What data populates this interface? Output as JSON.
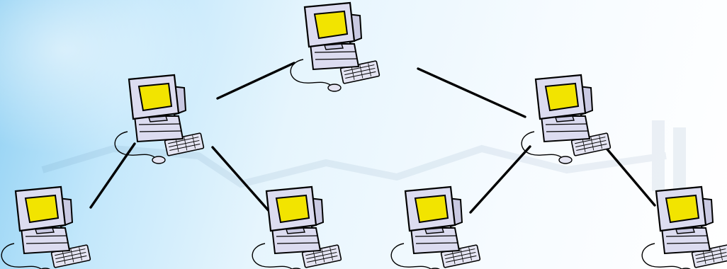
{
  "diagram": {
    "type": "binary-tree-network",
    "nodes": [
      {
        "id": "root",
        "level": 0,
        "icon": "computer-icon"
      },
      {
        "id": "left-child",
        "level": 1,
        "icon": "computer-icon"
      },
      {
        "id": "right-child",
        "level": 1,
        "icon": "computer-icon"
      },
      {
        "id": "left-left-leaf",
        "level": 2,
        "icon": "computer-icon"
      },
      {
        "id": "left-right-leaf",
        "level": 2,
        "icon": "computer-icon"
      },
      {
        "id": "right-left-leaf",
        "level": 2,
        "icon": "computer-icon"
      },
      {
        "id": "right-right-leaf",
        "level": 2,
        "icon": "computer-icon"
      }
    ],
    "edges": [
      {
        "from": "root",
        "to": "left-child"
      },
      {
        "from": "root",
        "to": "right-child"
      },
      {
        "from": "left-child",
        "to": "left-left-leaf"
      },
      {
        "from": "left-child",
        "to": "left-right-leaf"
      },
      {
        "from": "right-child",
        "to": "right-left-leaf"
      },
      {
        "from": "right-child",
        "to": "right-right-leaf"
      }
    ],
    "colors": {
      "screen": "#f2e400",
      "case": "#dcdcf0",
      "outline": "#000000",
      "link": "#000000",
      "background_left": "#8fd0f3",
      "background_right": "#ffffff"
    }
  }
}
